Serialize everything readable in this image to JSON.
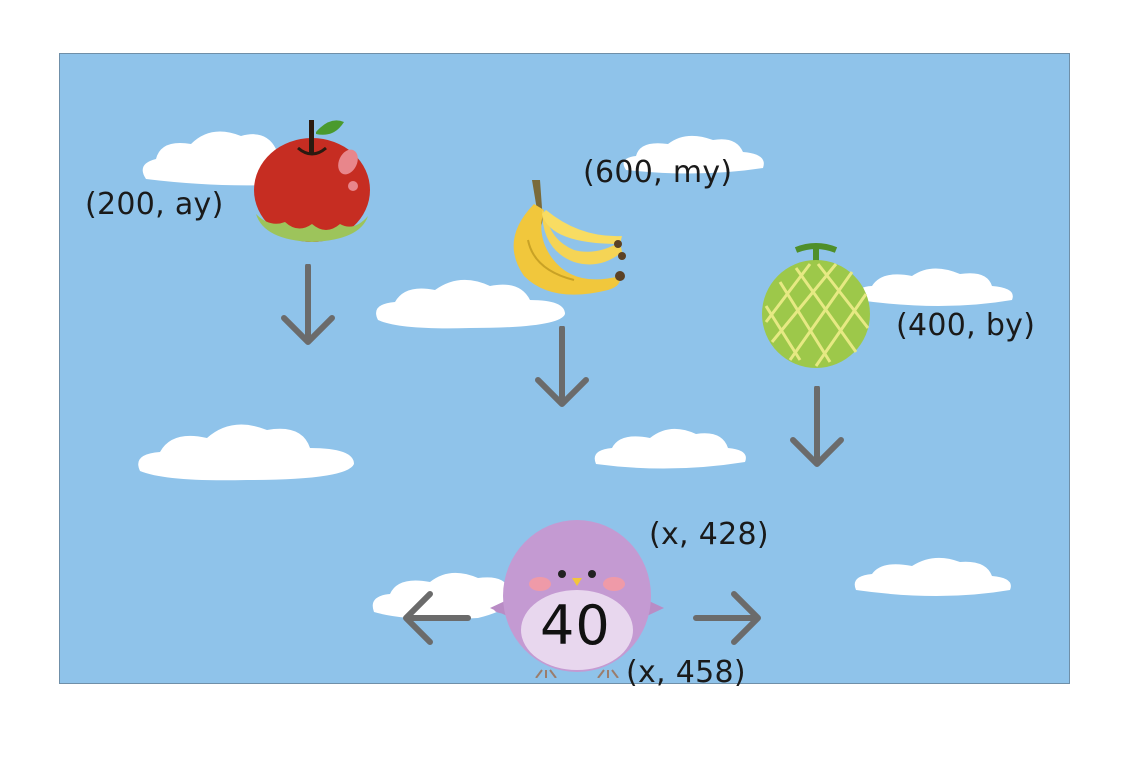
{
  "game": {
    "background_color": "#8fc3ea",
    "score": "40",
    "apple_label": "(200, ay)",
    "banana_label": "(600, my)",
    "melon_label": "(400, by)",
    "bird_top_label": "(x, 428)",
    "bird_bottom_label": "(x, 458)"
  },
  "icons": {
    "apple": "apple-icon",
    "banana": "banana-icon",
    "melon": "melon-icon",
    "bird": "bird-icon",
    "fall_arrow": "arrow-down-icon",
    "left_arrow": "arrow-left-icon",
    "right_arrow": "arrow-right-icon"
  }
}
